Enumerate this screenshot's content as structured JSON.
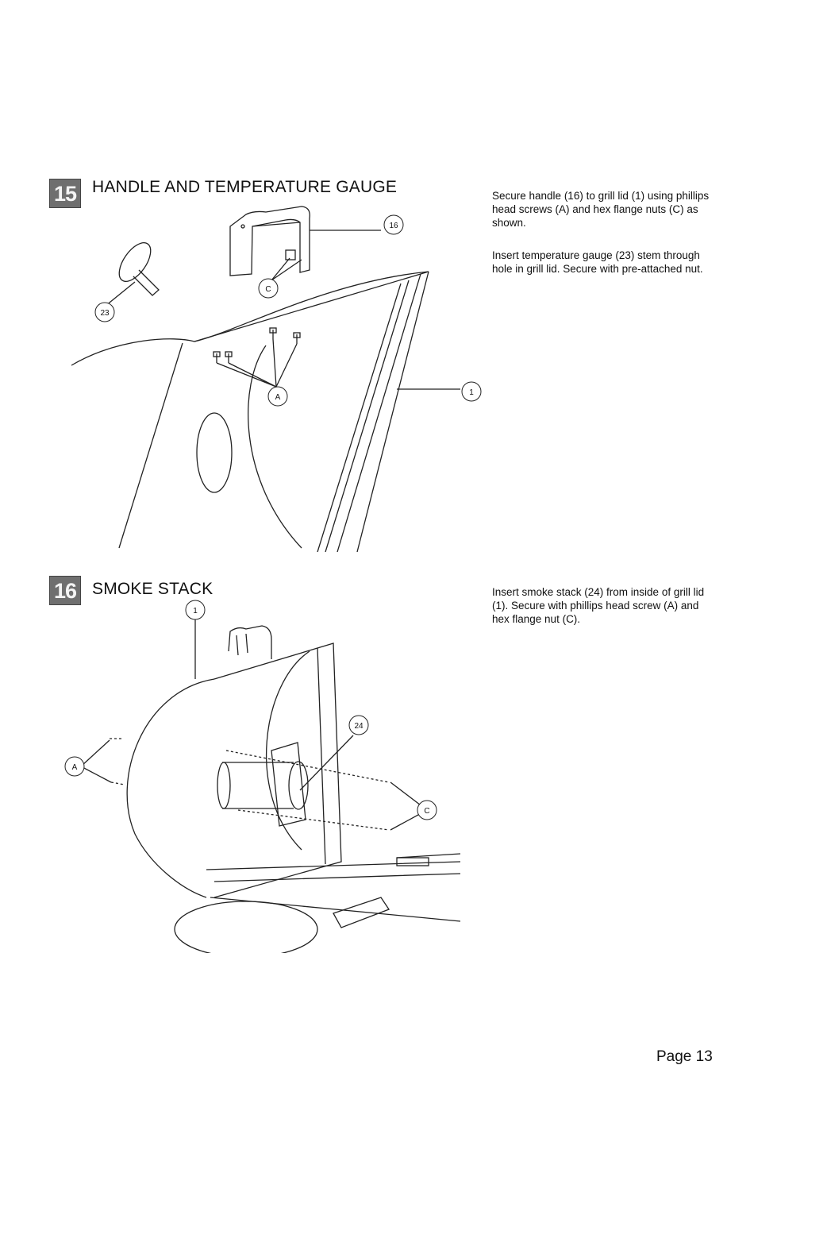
{
  "steps": [
    {
      "number": "15",
      "title": "HANDLE AND TEMPERATURE GAUGE",
      "instructions": [
        "Secure handle (16) to grill lid (1) using phillips head screws (A) and hex flange nuts (C) as shown.",
        "Insert temperature gauge (23) stem through hole in grill lid. Secure with pre-attached nut."
      ],
      "callouts": {
        "handle": "16",
        "nuts": "C",
        "gauge": "23",
        "screws": "A",
        "lid": "1"
      }
    },
    {
      "number": "16",
      "title": "SMOKE STACK",
      "instructions": [
        "Insert smoke stack (24) from inside of grill lid (1). Secure with phillips head screw (A) and hex flange nut (C)."
      ],
      "callouts": {
        "lid": "1",
        "stack": "24",
        "screws": "A",
        "nuts": "C"
      }
    }
  ],
  "page_number": "Page 13"
}
